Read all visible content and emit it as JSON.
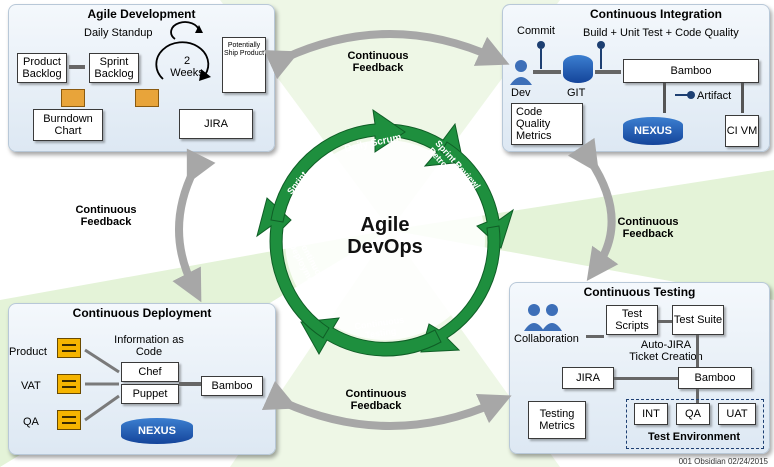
{
  "center": {
    "line1": "Agile",
    "line2": "DevOps"
  },
  "cycle": {
    "daily_scrum": "Daily Scrum",
    "sprint_review": "Sprint Review/ Retrospection",
    "continuous_integration": "Continuous Integration",
    "continuous_testing": "Continuous Testing",
    "continuous_deployment": "Continuous Deployment",
    "sprint_phases": "Sprint Phases"
  },
  "feedback": {
    "line1": "Continuous",
    "line2": "Feedback"
  },
  "agile_dev": {
    "title": "Agile Development",
    "daily_standup": "Daily Standup",
    "product_backlog": "Product Backlog",
    "sprint_backlog": "Sprint Backlog",
    "weeks": "2 Weeks",
    "potentially_ship": "Potentially Ship Product",
    "burndown": "Burndown Chart",
    "jira": "JIRA"
  },
  "ci": {
    "title": "Continuous Integration",
    "commit": "Commit",
    "build": "Build + Unit Test + Code Quality",
    "dev": "Dev",
    "git": "GIT",
    "bamboo": "Bamboo",
    "artifact": "Artifact",
    "code_quality": "Code Quality Metrics",
    "nexus": "NEXUS",
    "ci_vm": "CI VM"
  },
  "cd": {
    "title": "Continuous Deployment",
    "info_code": "Information as Code",
    "product": "Product",
    "vat": "VAT",
    "qa": "QA",
    "chef": "Chef",
    "puppet": "Puppet",
    "bamboo": "Bamboo",
    "nexus": "NEXUS"
  },
  "ct": {
    "title": "Continuous Testing",
    "collaboration": "Collaboration",
    "test_scripts": "Test Scripts",
    "test_suite": "Test Suite",
    "auto_jira": "Auto-JIRA Ticket Creation",
    "jira": "JIRA",
    "bamboo": "Bamboo",
    "testing_metrics": "Testing Metrics",
    "int": "INT",
    "qa": "QA",
    "uat": "UAT",
    "test_env": "Test Environment"
  },
  "footer": "001 Obsidian  02/24/2015",
  "colors": {
    "green": "#1e8f3e",
    "panel": "#e3ecf6",
    "arrow_gray": "#a7a7a7",
    "nexus_blue": "#1f5bb5",
    "server_yellow": "#f5b400"
  }
}
